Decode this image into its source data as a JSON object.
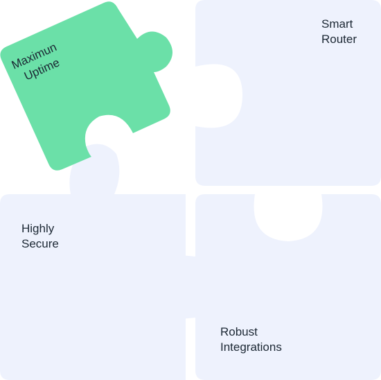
{
  "pieces": {
    "top_left": {
      "line1": "Maximun",
      "line2": "Uptime",
      "color": "#6be0a8"
    },
    "top_right": {
      "line1": "Smart",
      "line2": "Router",
      "color": "#eef2fd"
    },
    "bottom_left": {
      "line1": "Highly",
      "line2": "Secure",
      "color": "#eef2fd"
    },
    "bottom_right": {
      "line1": "Robust",
      "line2": "Integrations",
      "color": "#eef2fd"
    }
  },
  "background": "#ffffff"
}
